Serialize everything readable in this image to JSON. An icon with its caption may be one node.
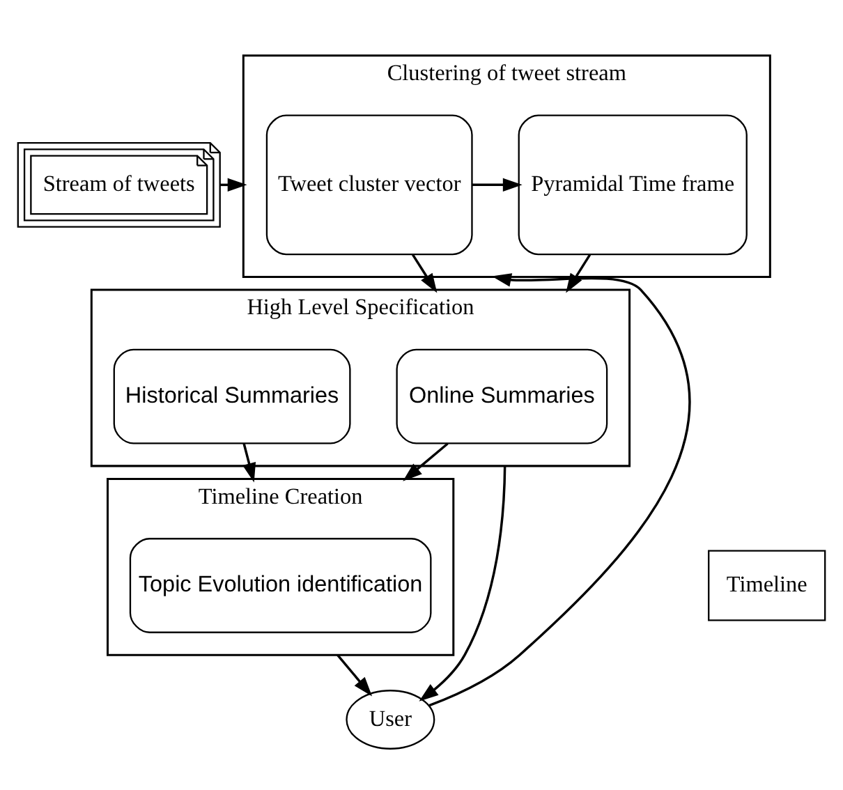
{
  "diagram": {
    "nodes": [
      {
        "text": [
          "Stream of tweets"
        ]
      },
      {
        "text": [
          "Clustering of tweet stream"
        ]
      },
      {
        "text": [
          "Tweet cluster vector"
        ],
        "in": 1
      },
      {
        "text": [
          "Pyramidal Time frame"
        ],
        "in": 1
      },
      {
        "text": [
          "High Level Specification"
        ]
      },
      {
        "text": [
          "Online Summaries"
        ],
        "in": 4
      },
      {
        "text": [
          "Historical Summaries"
        ],
        "in": 4
      },
      {
        "text": [
          "Timeline Creation"
        ]
      },
      {
        "text": [
          "Topic Evolution identification"
        ],
        "in": 7
      },
      {
        "text": [
          "User"
        ]
      },
      {
        "text": [
          "Timeline"
        ]
      }
    ],
    "edges": [
      {
        "from": 0,
        "to": 1,
        "arrow": "to"
      },
      {
        "from": 2,
        "to": 3,
        "arrow": "to"
      },
      {
        "from": 2,
        "to": 4,
        "arrow": "to"
      },
      {
        "from": 3,
        "to": 4,
        "arrow": "to"
      },
      {
        "from": 5,
        "to": 7,
        "arrow": "to"
      },
      {
        "from": 6,
        "to": 7,
        "arrow": "to"
      },
      {
        "from": 4,
        "to": 9,
        "arrow": "to"
      },
      {
        "from": 9,
        "to": 1,
        "arrow": "to"
      },
      {
        "from": 7,
        "to": 9,
        "arrow": "to"
      }
    ]
  }
}
